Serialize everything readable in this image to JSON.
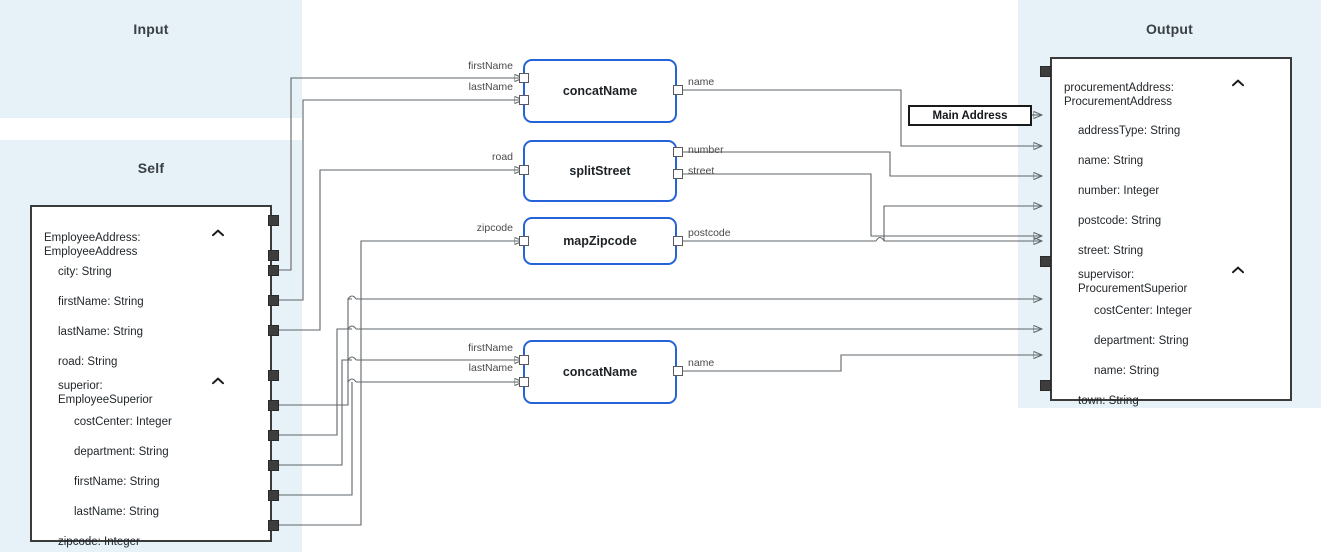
{
  "lanes": {
    "input": {
      "title": "Input"
    },
    "self": {
      "title": "Self"
    },
    "output": {
      "title": "Output"
    }
  },
  "colors": {
    "lane_bg": "#e6f1f8",
    "node_border": "#2563d8",
    "struct_border": "#3b3b3b",
    "wire": "#5f6668",
    "nub": "#3d3d3d",
    "title_text": "#3a4044"
  },
  "self_structure": {
    "name": "EmployeeAddress",
    "root_label": "EmployeeAddress:\nEmployeeAddress",
    "collapse_icon": "chevron-up-icon",
    "fields": [
      {
        "label": "city: String",
        "level": 1,
        "type": "leaf"
      },
      {
        "label": "firstName: String",
        "level": 1,
        "type": "leaf"
      },
      {
        "label": "lastName: String",
        "level": 1,
        "type": "leaf"
      },
      {
        "label": "road: String",
        "level": 1,
        "type": "leaf"
      },
      {
        "label": "superior:\nEmployeeSuperior",
        "level": 1,
        "type": "group",
        "collapse_icon": "chevron-up-icon"
      },
      {
        "label": "costCenter: Integer",
        "level": 2,
        "type": "leaf"
      },
      {
        "label": "department: String",
        "level": 2,
        "type": "leaf"
      },
      {
        "label": "firstName: String",
        "level": 2,
        "type": "leaf"
      },
      {
        "label": "lastName: String",
        "level": 2,
        "type": "leaf"
      },
      {
        "label": "zipcode: Integer",
        "level": 1,
        "type": "leaf"
      }
    ]
  },
  "output_structure": {
    "name": "ProcurementAddress",
    "root_label": "procurementAddress:\nProcurementAddress",
    "collapse_icon": "chevron-up-icon",
    "fields": [
      {
        "label": "addressType: String",
        "level": 1,
        "type": "leaf"
      },
      {
        "label": "name: String",
        "level": 1,
        "type": "leaf"
      },
      {
        "label": "number: Integer",
        "level": 1,
        "type": "leaf"
      },
      {
        "label": "postcode: String",
        "level": 1,
        "type": "leaf"
      },
      {
        "label": "street: String",
        "level": 1,
        "type": "leaf"
      },
      {
        "label": "supervisor:\nProcurementSuperior",
        "level": 1,
        "type": "group",
        "collapse_icon": "chevron-up-icon"
      },
      {
        "label": "costCenter: Integer",
        "level": 2,
        "type": "leaf"
      },
      {
        "label": "department: String",
        "level": 2,
        "type": "leaf"
      },
      {
        "label": "name: String",
        "level": 2,
        "type": "leaf"
      },
      {
        "label": "town: String",
        "level": 1,
        "type": "leaf"
      }
    ]
  },
  "function_nodes": [
    {
      "id": "concatName-top",
      "label": "concatName",
      "inputs": [
        "firstName",
        "lastName"
      ],
      "outputs": [
        "name"
      ]
    },
    {
      "id": "splitStreet",
      "label": "splitStreet",
      "inputs": [
        "road"
      ],
      "outputs": [
        "number",
        "street"
      ]
    },
    {
      "id": "mapZipcode",
      "label": "mapZipcode",
      "inputs": [
        "zipcode"
      ],
      "outputs": [
        "postcode"
      ]
    },
    {
      "id": "concatName-bottom",
      "label": "concatName",
      "inputs": [
        "firstName",
        "lastName"
      ],
      "outputs": [
        "name"
      ]
    }
  ],
  "constants": [
    {
      "id": "main-address",
      "label": "Main Address"
    }
  ]
}
